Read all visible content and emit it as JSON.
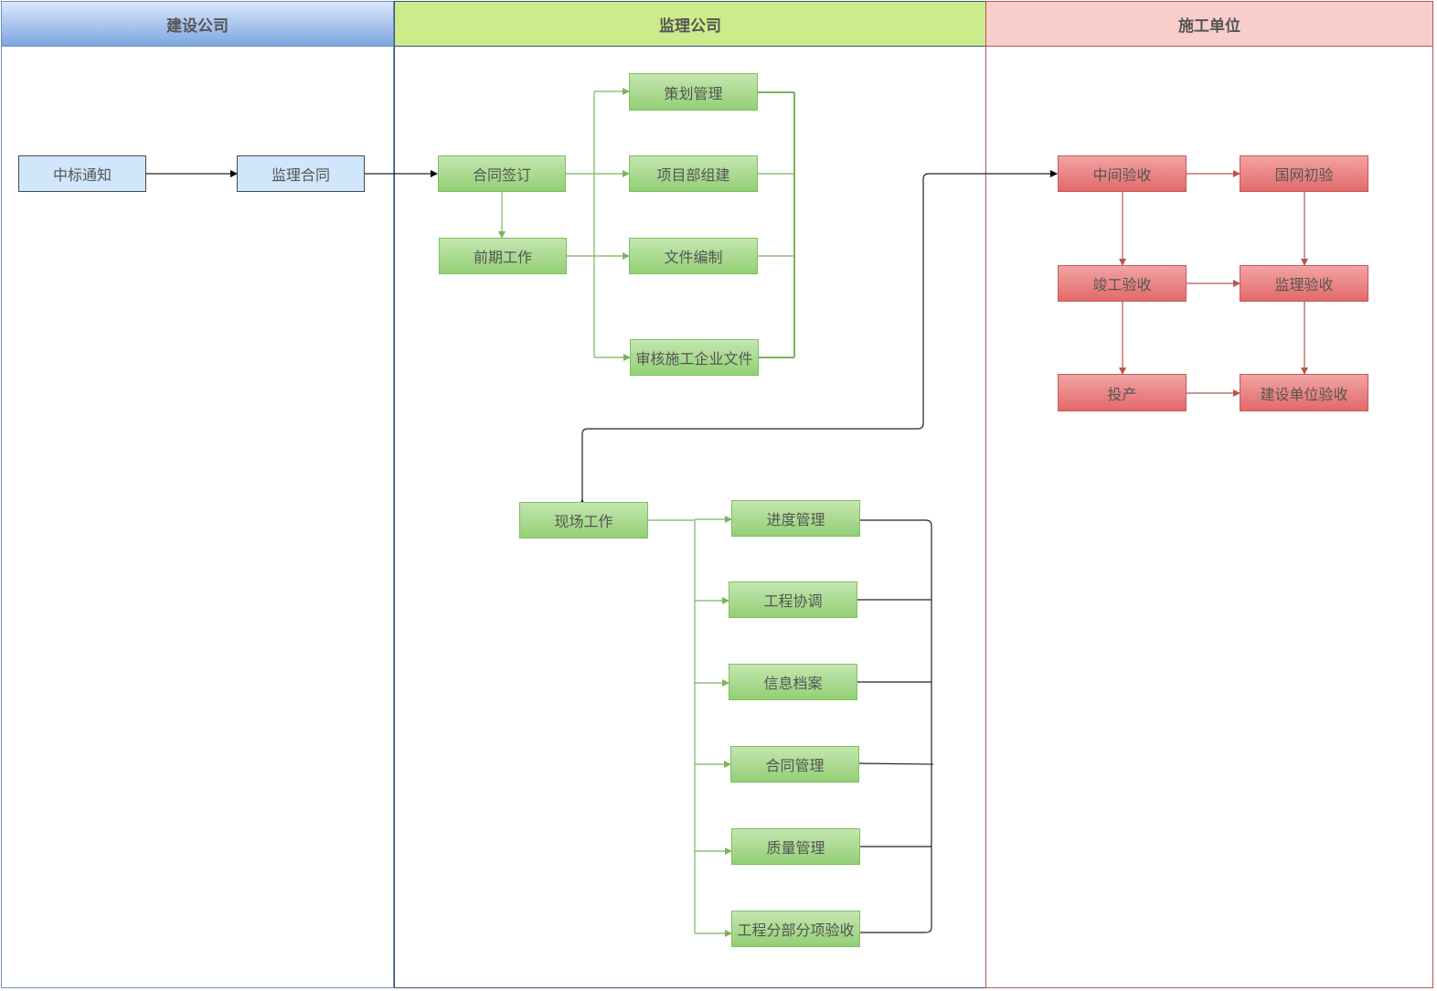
{
  "lanes": {
    "owner": "建设公司",
    "supervisor": "监理公司",
    "builder": "施工单位"
  },
  "nodes": {
    "bid_notice": "中标通知",
    "supervision_contract": "监理合同",
    "contract_sign": "合同签订",
    "early_work": "前期工作",
    "planning_mgmt": "策划管理",
    "project_dept_setup": "项目部组建",
    "doc_preparation": "文件编制",
    "review_contractor_docs": "审核施工企业文件",
    "site_work": "现场工作",
    "schedule_mgmt": "进度管理",
    "engineering_coordination": "工程协调",
    "info_archives": "信息档案",
    "contract_mgmt": "合同管理",
    "quality_mgmt": "质量管理",
    "sub_item_acceptance": "工程分部分项验收",
    "interim_acceptance": "中间验收",
    "state_grid_initial": "国网初验",
    "completion_acceptance": "竣工验收",
    "supervision_acceptance": "监理验收",
    "production": "投产",
    "owner_acceptance": "建设单位验收"
  },
  "colors": {
    "owner_header": "#8fb5e6",
    "supervisor_header": "#cdeb8b",
    "builder_header": "#f8cecc",
    "green_line": "#7ab55c",
    "red_line": "#b85450",
    "black_line": "#000000"
  }
}
